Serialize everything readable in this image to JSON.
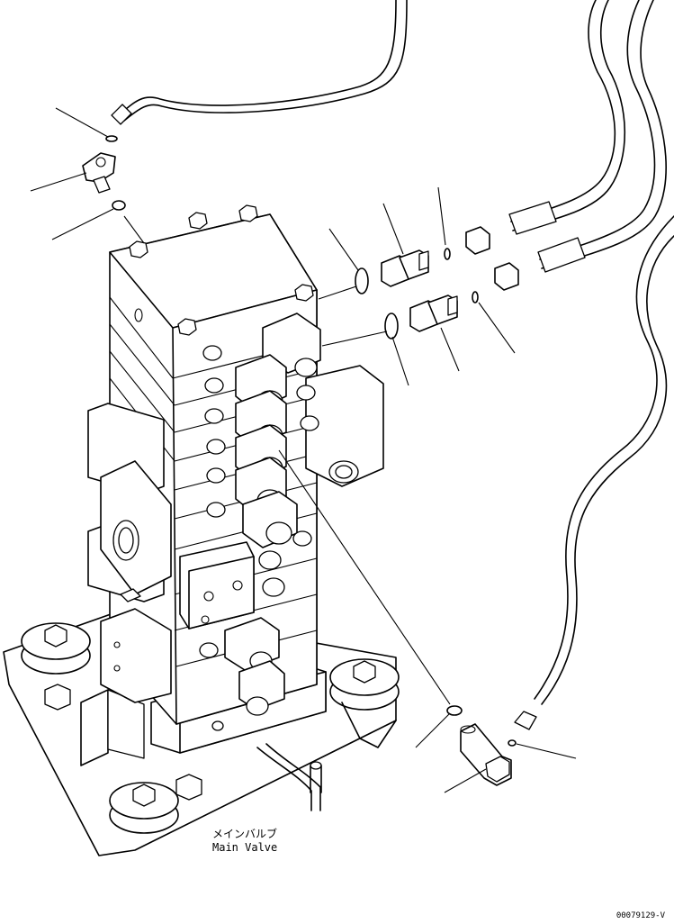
{
  "caption": {
    "japanese": "メインバルブ",
    "english": "Main Valve"
  },
  "reference_code": "00079129-V"
}
